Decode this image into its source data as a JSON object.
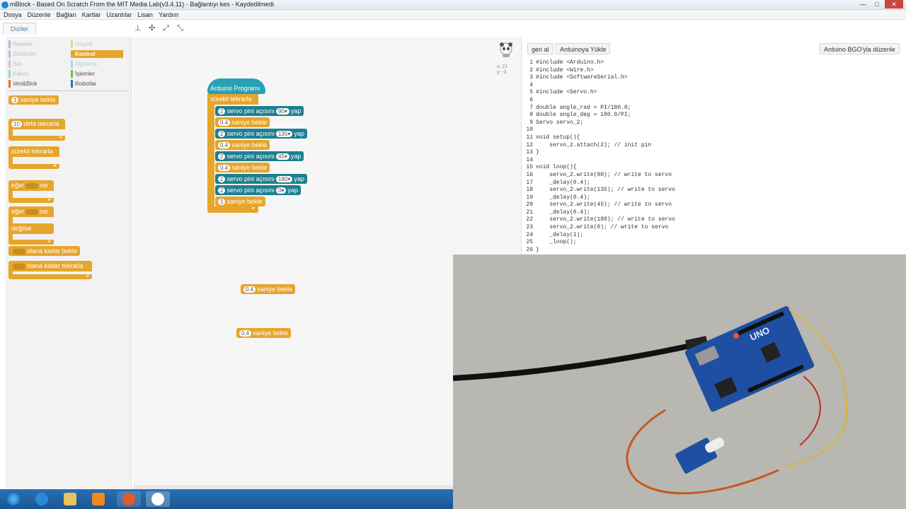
{
  "window": {
    "title": "mBlock - Based On Scratch From the MIT Media Lab(v3.4.11) - Bağlantıyı kes - Kaydedilmedi",
    "minimize": "—",
    "maximize": "□",
    "close": "✕"
  },
  "menu": [
    "Dosya",
    "Düzenle",
    "Bağlan",
    "Kartlar",
    "Uzantılar",
    "Lisan",
    "Yardım"
  ],
  "tabs": {
    "diziler": "Diziler"
  },
  "palette": {
    "categories_left": [
      "Hareket",
      "Görünüm",
      "Ses",
      "Kalem",
      "Veri&Blok"
    ],
    "categories_right": [
      "Olaylar",
      "Kontrol",
      "Algılama",
      "İşlemler",
      "Robotlar"
    ],
    "blocks": {
      "wait": {
        "num": "1",
        "label": "saniye bekle"
      },
      "repeat": {
        "num": "10",
        "label": "defa tekrarla"
      },
      "forever": "sürekli tekrarla",
      "if_a": "eğer",
      "if_b": "ise",
      "ifelse_a": "eğer",
      "ifelse_b": "ise",
      "else": "değilse",
      "wait_until": "olana kadar bekle",
      "repeat_until": "olana kadar tekrarla"
    }
  },
  "script": {
    "hat": "Arduino Programı",
    "forever": "sürekli tekrarla",
    "steps": [
      {
        "type": "servo",
        "pin": "2",
        "text": "servo pini açısını",
        "angle": "90▾",
        "suffix": "yap"
      },
      {
        "type": "wait",
        "num": "0.4",
        "text": "saniye bekle"
      },
      {
        "type": "servo",
        "pin": "2",
        "text": "servo pini açısını",
        "angle": "135▾",
        "suffix": "yap"
      },
      {
        "type": "wait",
        "num": "0.4",
        "text": "saniye bekle"
      },
      {
        "type": "servo",
        "pin": "2",
        "text": "servo pini açısını",
        "angle": "45▾",
        "suffix": "yap"
      },
      {
        "type": "wait",
        "num": "0.4",
        "text": "saniye bekle"
      },
      {
        "type": "servo",
        "pin": "2",
        "text": "servo pini açısını",
        "angle": "180▾",
        "suffix": "yap"
      },
      {
        "type": "servo",
        "pin": "2",
        "text": "servo pini açısını",
        "angle": "0▾",
        "suffix": "yap"
      },
      {
        "type": "wait",
        "num": "1",
        "text": "saniye bekle"
      }
    ],
    "loose1": {
      "num": "0.4",
      "text": "saniye bekle"
    },
    "loose2": {
      "num": "0.4",
      "text": "saniye bekle"
    },
    "coords_x": "x: 21",
    "coords_y": "y: -3"
  },
  "code_panel": {
    "undo": "geri al",
    "upload": "Arduinoya Yükle",
    "edit": "Arduino BGO'yla düzenle",
    "lines": [
      "#include <Arduino.h>",
      "#include <Wire.h>",
      "#include <SoftwareSerial.h>",
      "",
      "#include <Servo.h>",
      "",
      "double angle_rad = PI/180.0;",
      "double angle_deg = 180.0/PI;",
      "Servo servo_2;",
      "",
      "void setup(){",
      "    servo_2.attach(2); // init pin",
      "}",
      "",
      "void loop(){",
      "    servo_2.write(90); // write to servo",
      "    _delay(0.4);",
      "    servo_2.write(135); // write to servo",
      "    _delay(0.4);",
      "    servo_2.write(45); // write to servo",
      "    _delay(0.4);",
      "    servo_2.write(180); // write to servo",
      "    servo_2.write(0); // write to servo",
      "    _delay(1);",
      "    _loop();",
      "}"
    ]
  },
  "video": {
    "board_label": "UNO"
  }
}
